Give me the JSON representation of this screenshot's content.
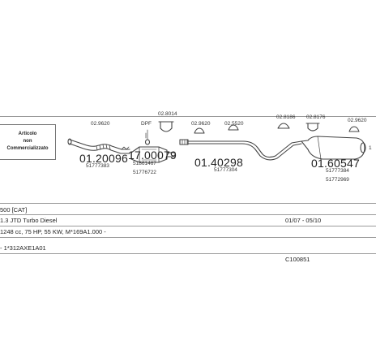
{
  "legend": {
    "line1": "Articolo",
    "line2": "non",
    "line3": "Commercializzato"
  },
  "parts": {
    "p1": {
      "code": "01.20096",
      "ref1": "51777383"
    },
    "p2": {
      "code": "17.00079",
      "ref1": "51861467",
      "ref2": "51776722",
      "dpf_label": "DPF"
    },
    "p3": {
      "code": "01.40298",
      "ref1": "51777304"
    },
    "p4": {
      "code": "01.60547",
      "ref1": "51777384",
      "ref2": "51772969"
    }
  },
  "fittings": {
    "f1": "02.9620",
    "f2": "02.8014",
    "f3": "02.9620",
    "f4": "02.5520",
    "f5": "02.8186",
    "f6": "02.8176",
    "f7": "02.9620"
  },
  "markers": {
    "outlet_number": "1"
  },
  "vehicle": {
    "model": "500  [CAT]",
    "engine": "1.3 JTD Turbo Diesel",
    "years": "01/07 - 05/10",
    "specs": "1248 cc, 75 HP, 55 KW, M*169A1.000 -",
    "chassis": "- 1*312AXE1A01",
    "code": "C100851"
  }
}
